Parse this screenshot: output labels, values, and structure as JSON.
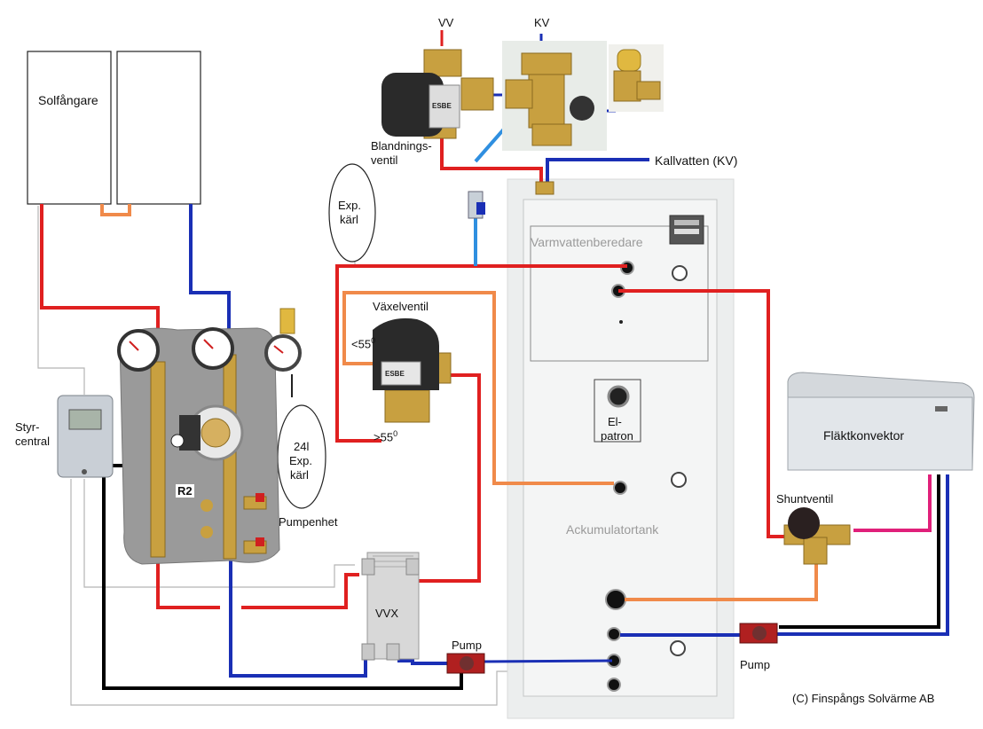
{
  "labels": {
    "solfangare": "Solfångare",
    "ww": "VV",
    "kv": "KV",
    "blandningsventil_1": "Blandnings-",
    "blandningsventil_2": "ventil",
    "kallvatten": "Kallvatten (KV)",
    "exp_karl_top_1": "Exp.",
    "exp_karl_top_2": "kärl",
    "varmvattenberedare": "Varmvattenberedare",
    "vaxelventil": "Växelventil",
    "lt55": "<55",
    "gt55": ">55",
    "degree": "0",
    "styrcentral_1": "Styr-",
    "styrcentral_2": "central",
    "r2": "R2",
    "exp24_1": "24l",
    "exp24_2": "Exp.",
    "exp24_3": "kärl",
    "pumpenhet": "Pumpenhet",
    "elpatron_1": "El-",
    "elpatron_2": "patron",
    "flaktkonvektor": "Fläktkonvektor",
    "shuntventil": "Shuntventil",
    "ackumulatortank": "Ackumulatortank",
    "vvx": "VVX",
    "pump_left": "Pump",
    "pump_right": "Pump",
    "copyright": "(C) Finspångs Solvärme AB",
    "esbe_1": "ESBE",
    "esbe_2": "ESBE"
  },
  "colors": {
    "hot": "#e02020",
    "cold": "#1a2fb5",
    "light_cold": "#2f8fe0",
    "orange": "#f08a4a",
    "pink": "#e0207a",
    "black": "#000000",
    "gray_line": "#b5b5b5",
    "tank": "#eef0f0",
    "brass": "#c8a040"
  }
}
